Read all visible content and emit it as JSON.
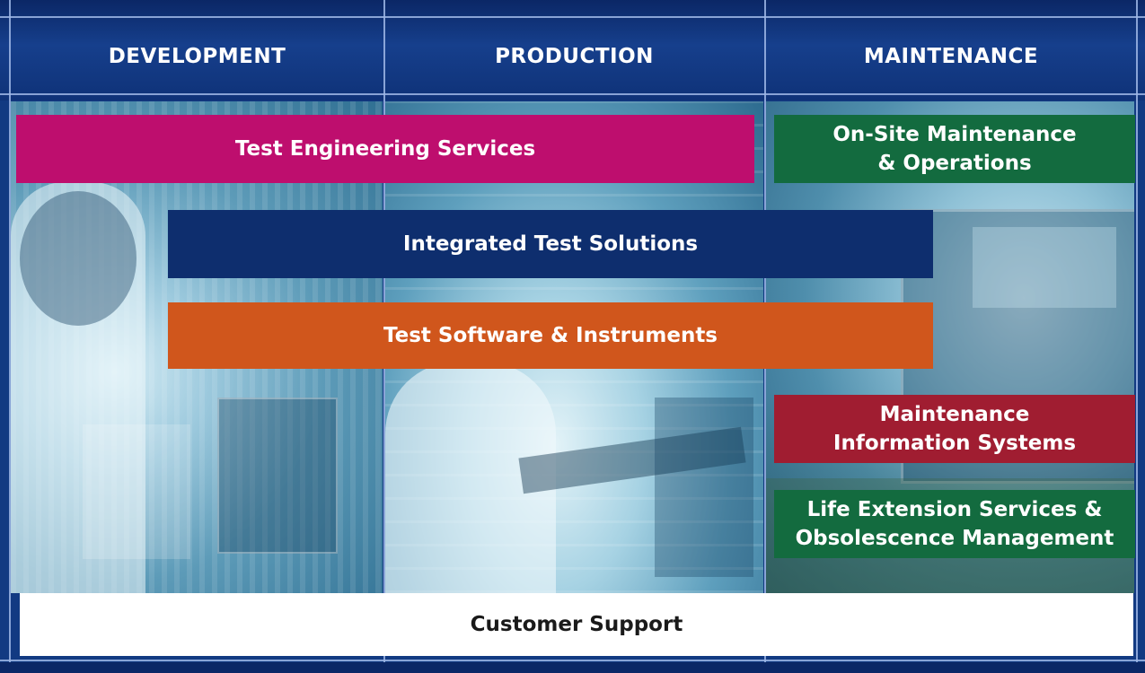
{
  "columns": {
    "development": "DEVELOPMENT",
    "production": "PRODUCTION",
    "maintenance": "MAINTENANCE"
  },
  "boxes": {
    "test_engineering": "Test Engineering Services",
    "integrated_test": "Integrated Test Solutions",
    "test_software": "Test Software & Instruments",
    "onsite_line1": "On-Site Maintenance",
    "onsite_line2": "& Operations",
    "mis_line1": "Maintenance",
    "mis_line2": "Information Systems",
    "life_line1": "Life Extension Services &",
    "life_line2": "Obsolescence Management",
    "customer_support": "Customer Support"
  },
  "colors": {
    "header_blue": "#163f8c",
    "magenta": "#be0e6e",
    "navy": "#0e2e6e",
    "orange": "#d0561c",
    "green": "#136b3f",
    "crimson": "#a01d31",
    "white": "#ffffff"
  }
}
